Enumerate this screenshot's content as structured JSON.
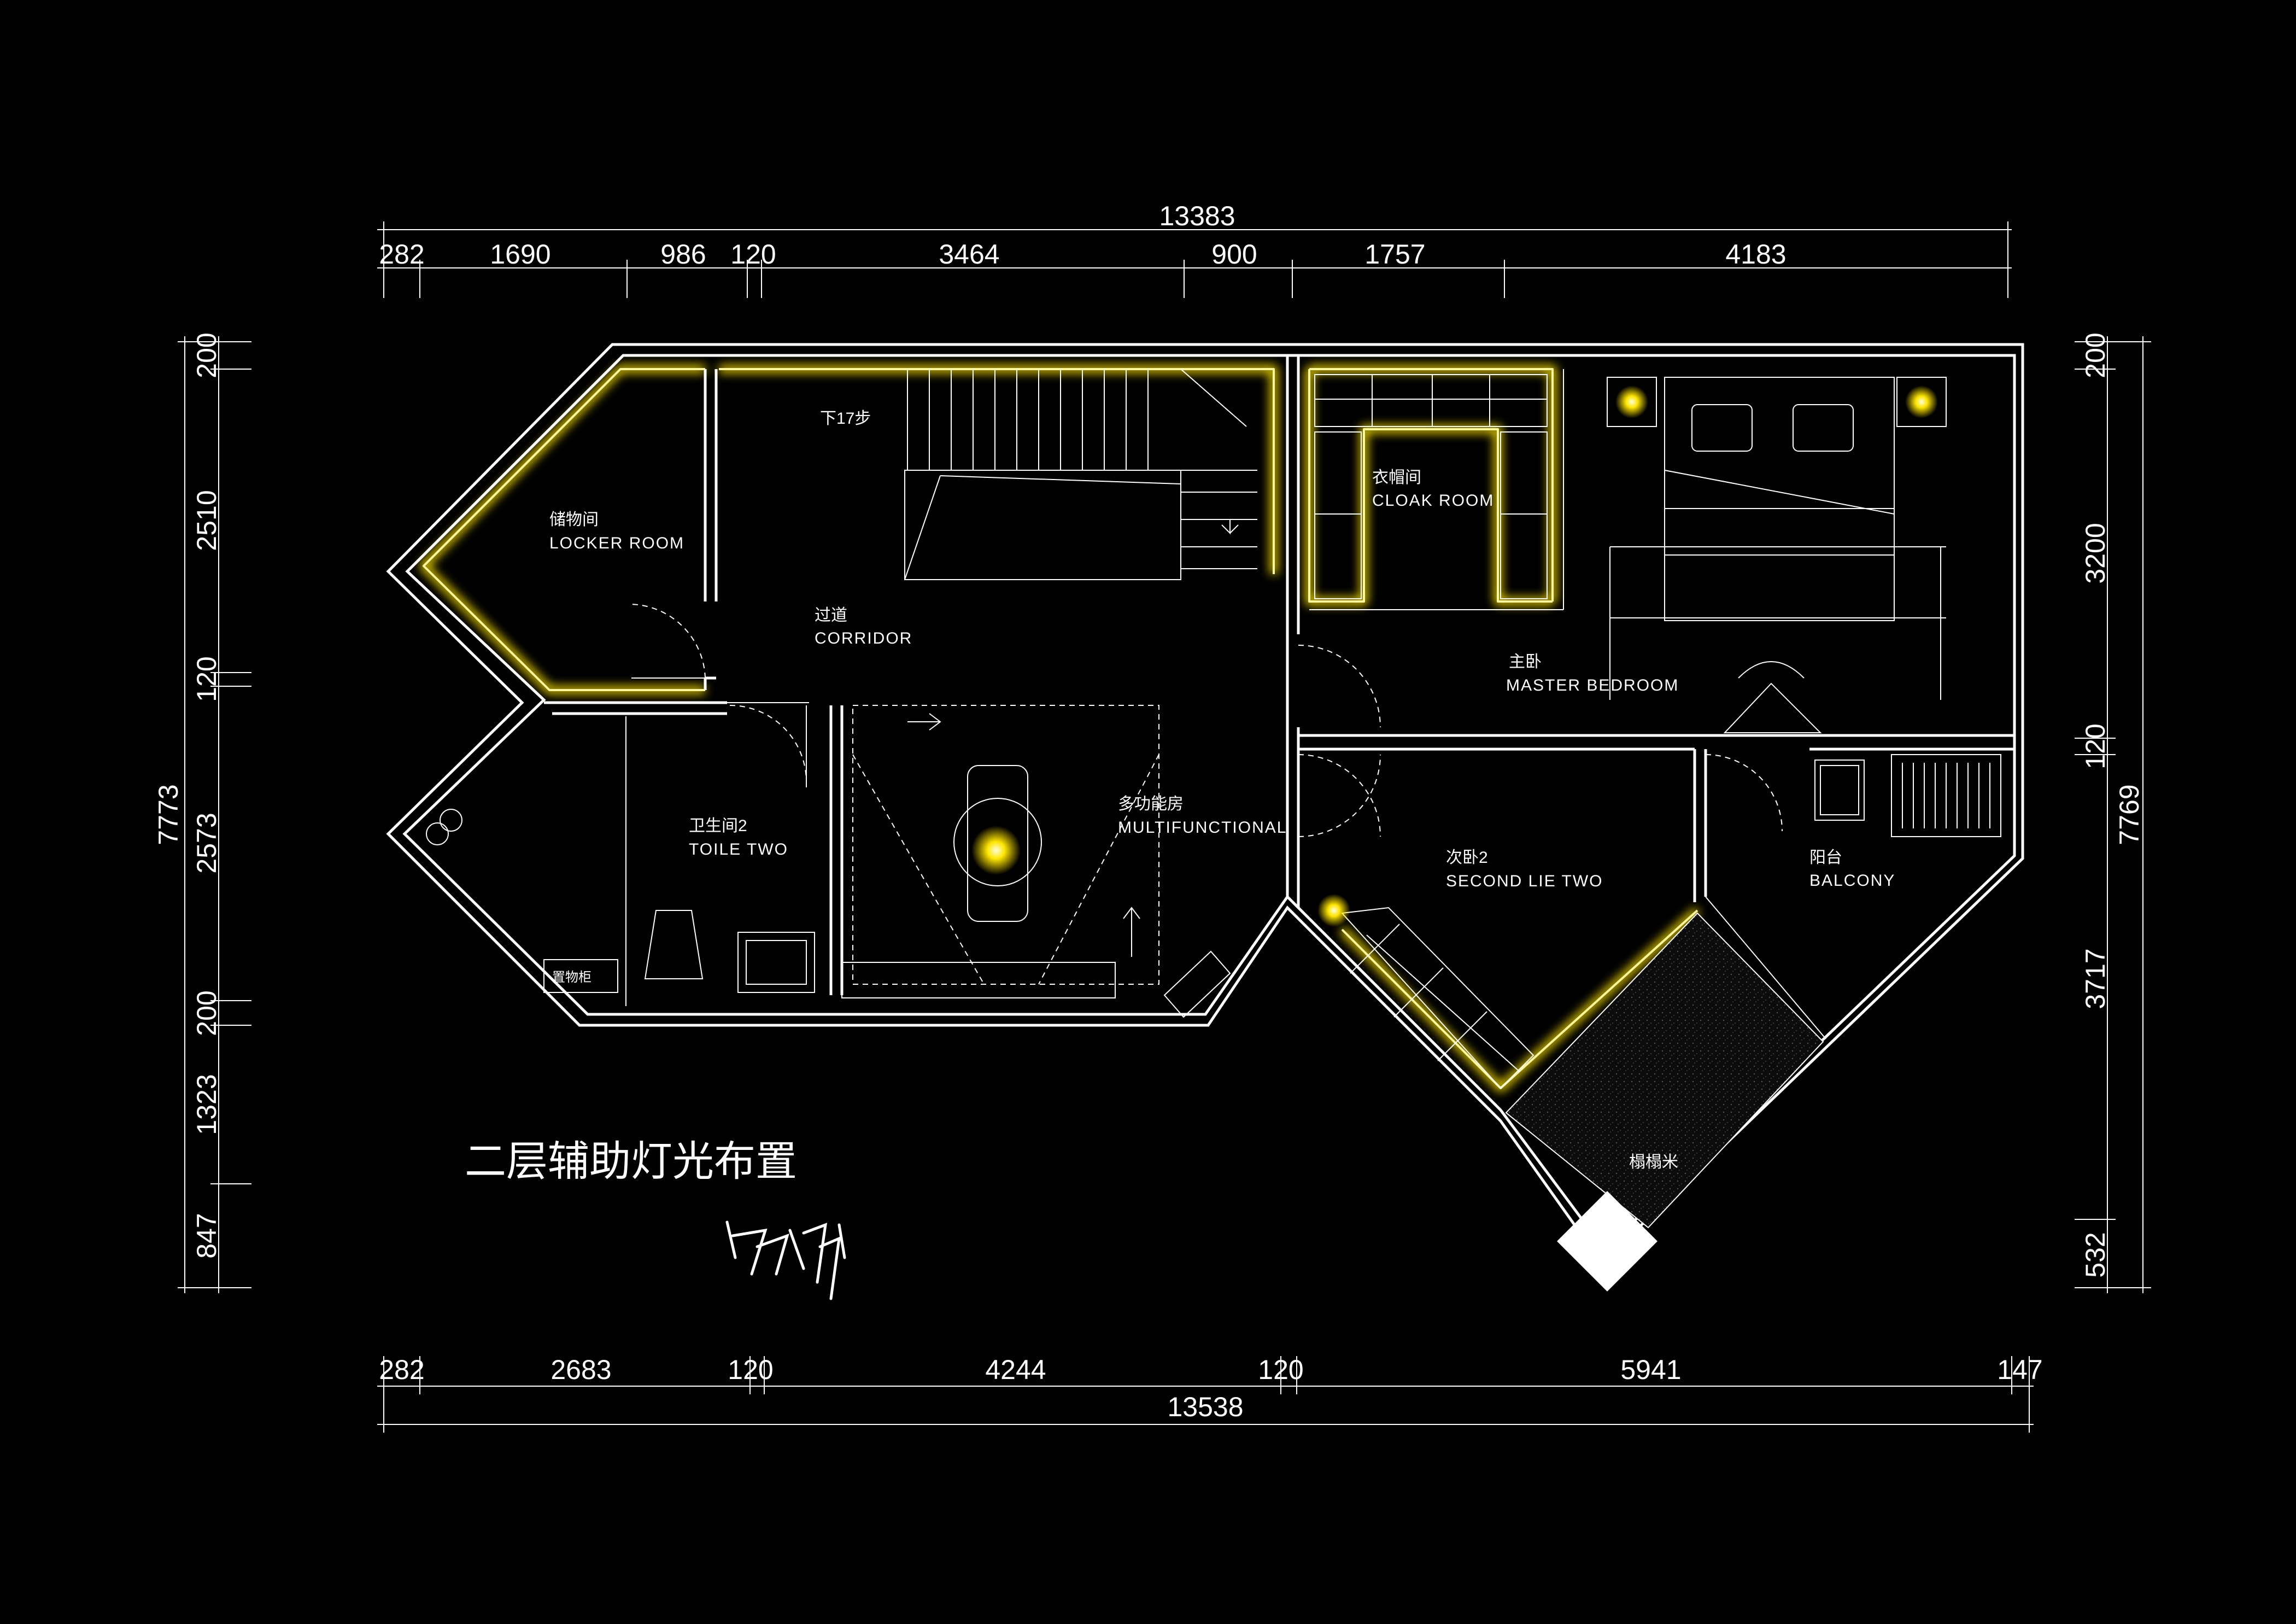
{
  "drawing": {
    "title": "二层辅助灯光布置",
    "signature": "辉纤",
    "accent_color": "#ffe600",
    "background_color": "#000000"
  },
  "dimensions": {
    "top_total": "13383",
    "top_segments": [
      "282",
      "1690",
      "986",
      "120",
      "3464",
      "900",
      "1757",
      "4183"
    ],
    "bottom_total": "13538",
    "bottom_segments": [
      "282",
      "2683",
      "120",
      "4244",
      "120",
      "5941",
      "147"
    ],
    "left_total": "7773",
    "left_segments": [
      "200",
      "2510",
      "120",
      "2573",
      "200",
      "1323",
      "847"
    ],
    "right_total": "7769",
    "right_segments": [
      "200",
      "3200",
      "120",
      "3717",
      "532"
    ]
  },
  "rooms": {
    "locker": {
      "cn": "储物间",
      "en": "LOCKER ROOM"
    },
    "corridor": {
      "cn": "过道",
      "en": "CORRIDOR"
    },
    "stairs": {
      "cn": "下17步"
    },
    "cloak": {
      "cn": "衣帽间",
      "en": "CLOAK ROOM"
    },
    "master": {
      "cn": "主卧",
      "en": "MASTER BEDROOM"
    },
    "toilet": {
      "cn": "卫生间2",
      "en": "TOILE TWO"
    },
    "multi": {
      "cn": "多功能房",
      "en": "MULTIFUNCTIONAL"
    },
    "second": {
      "cn": "次卧2",
      "en": "SECOND LIE TWO"
    },
    "balcony": {
      "cn": "阳台",
      "en": "BALCONY"
    },
    "cabinet": {
      "cn": "置物柜"
    },
    "tatami": {
      "cn": "榻榻米"
    }
  }
}
